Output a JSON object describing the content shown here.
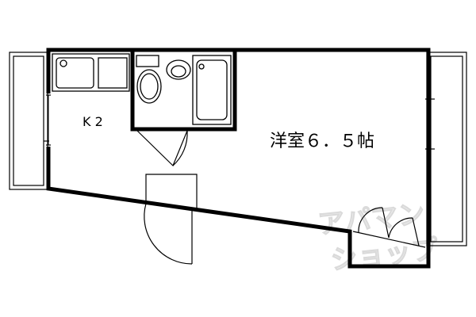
{
  "rooms": {
    "kitchen_label": "K 2",
    "western_room_label": "洋室６．５帖"
  },
  "watermark": {
    "line1": "アパマン",
    "line2": "ショップ"
  },
  "colors": {
    "wall": "#000000",
    "thin_line": "#000000",
    "background": "#ffffff",
    "watermark": "#d6d6d6"
  }
}
